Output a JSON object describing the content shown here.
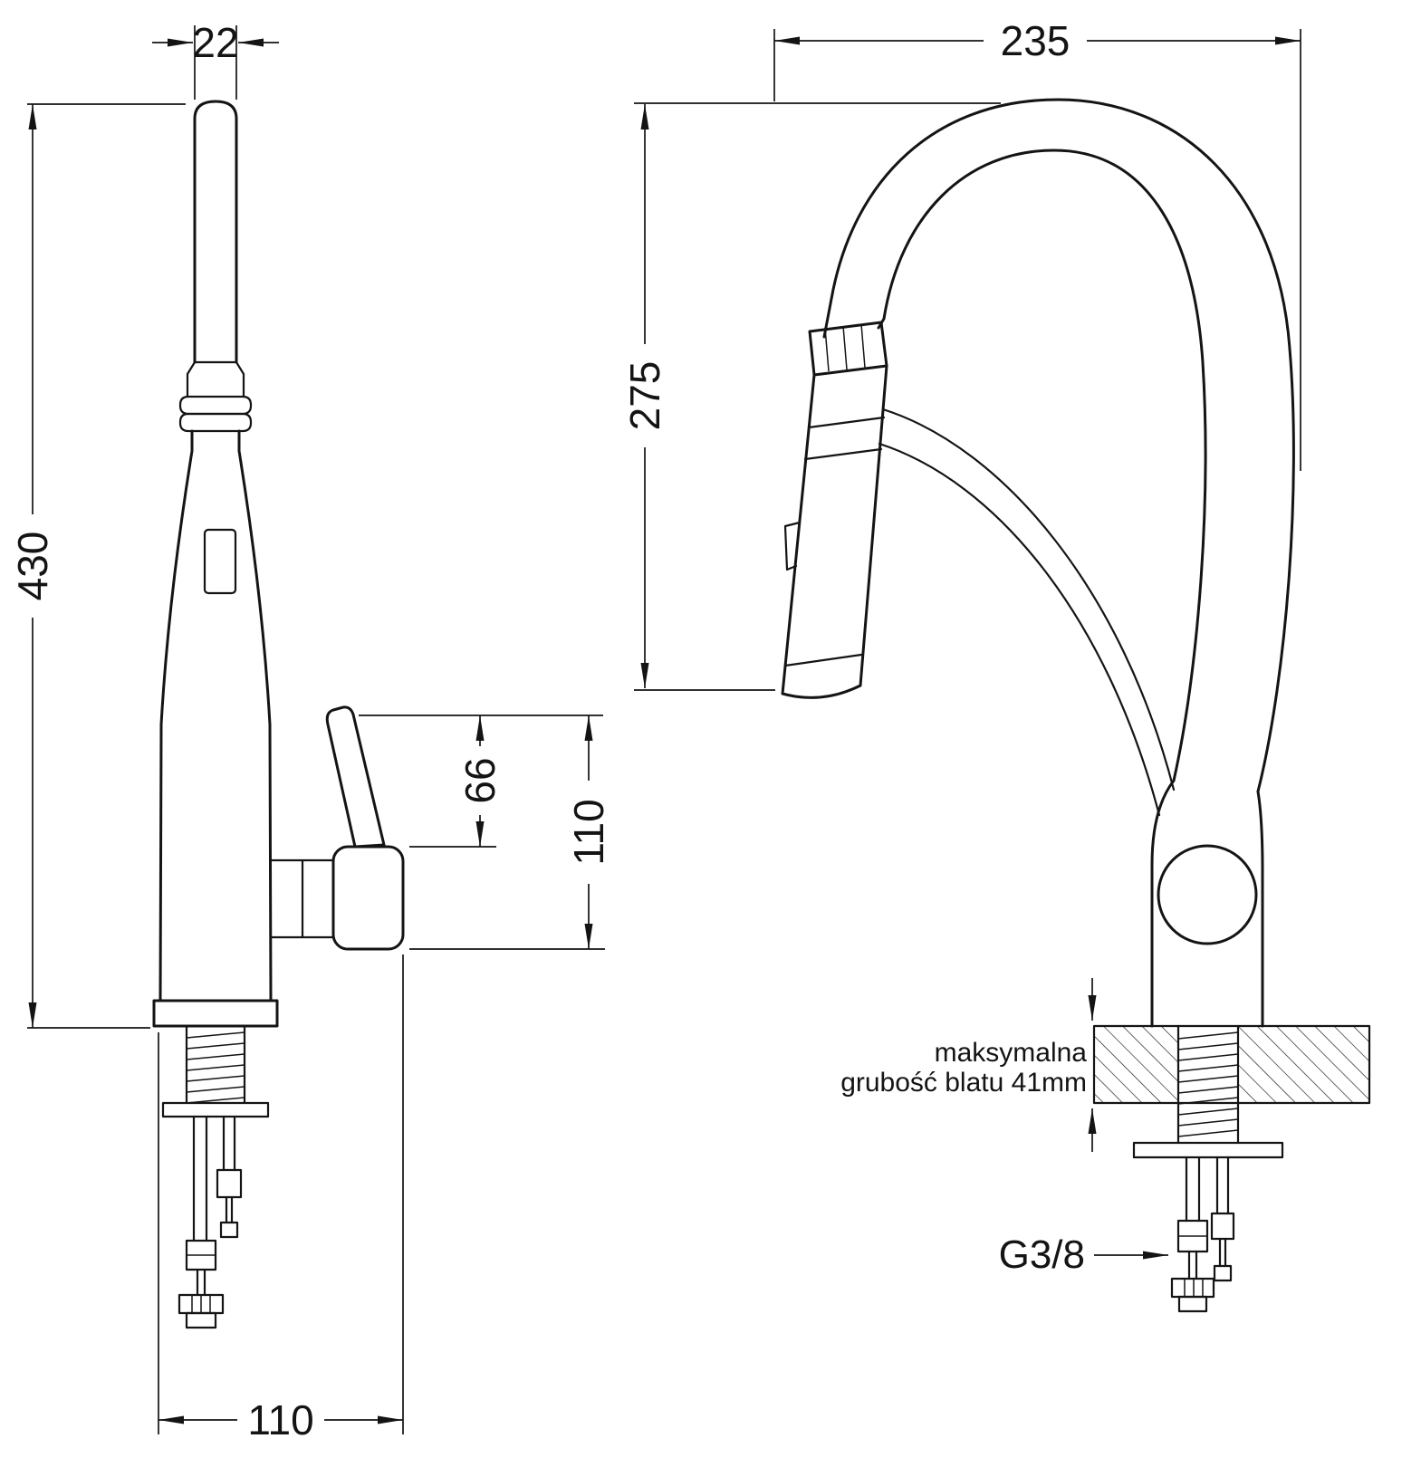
{
  "drawing": {
    "name": "kitchen-faucet-technical-drawing",
    "side_view": {
      "dim_spout_diameter": "22",
      "dim_total_height": "430",
      "dim_lever_height": "66",
      "dim_handle_height": "110",
      "dim_base_depth": "110"
    },
    "front_view": {
      "dim_reach": "235",
      "dim_spout_height": "275",
      "note_line1": "maksymalna",
      "note_line2": "grubość blatu 41mm",
      "thread_label": "G3/8"
    }
  }
}
